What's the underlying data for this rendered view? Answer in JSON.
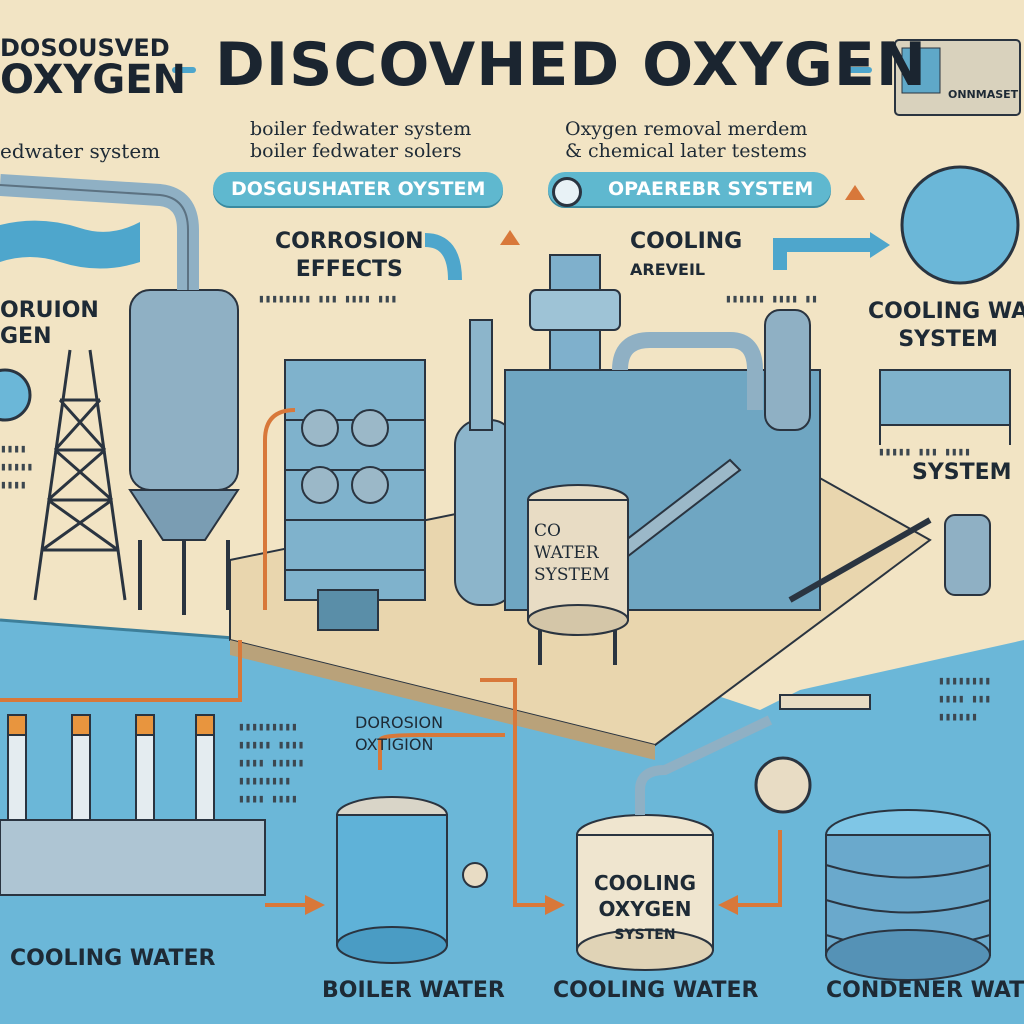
{
  "header": {
    "title": "DISCOVHED OXYGEN",
    "left_heading_line1": "DOSOUSVED",
    "left_heading_line2": "OXYGEN",
    "left_subtitle": "edwater system",
    "center_subtitle_line1": "boiler fedwater system",
    "center_subtitle_line2": "boiler fedwater solers",
    "right_subtitle_line1": "Oxygen removal merdem",
    "right_subtitle_line2": "& chemical later testems",
    "badge_text": "ONNMASET"
  },
  "pills": {
    "left": "DOSGUSHATER OYSTEM",
    "right": "OPAEREBR SYSTEM"
  },
  "labels": {
    "corrosion_effects_line1": "CORROSION",
    "corrosion_effects_line2": "EFFECTS",
    "cooling_line1": "COOLING",
    "cooling_line2": "AREVEIL",
    "left_side_line1": "ORUION",
    "left_side_line2": "GEN",
    "cooling_wa_line1": "COOLING WA",
    "cooling_wa_line2": "SYSTEM",
    "system": "SYSTEM",
    "tank_center_line1": "CO",
    "tank_center_line2": "WATER",
    "tank_center_line3": "SYSTEM",
    "dorosion_line1": "DOROSION",
    "dorosion_line2": "OXTIGION",
    "tank_cooling_line1": "COOLING",
    "tank_cooling_line2": "OXYGEN",
    "tank_cooling_line3": "SYSTEN"
  },
  "bottom_labels": {
    "cooling_water_left": "COOLING WATER",
    "boiler_water": "BOILER WATER",
    "cooling_water": "COOLING WATER",
    "condenser_water": "CONDENER WATER"
  },
  "colors": {
    "background": "#f2e4c4",
    "water": "#6bb7d8",
    "steel": "#8fb0c4",
    "pipe_orange": "#d8783a",
    "pill": "#5fb8cf",
    "ink": "#1b2530"
  }
}
